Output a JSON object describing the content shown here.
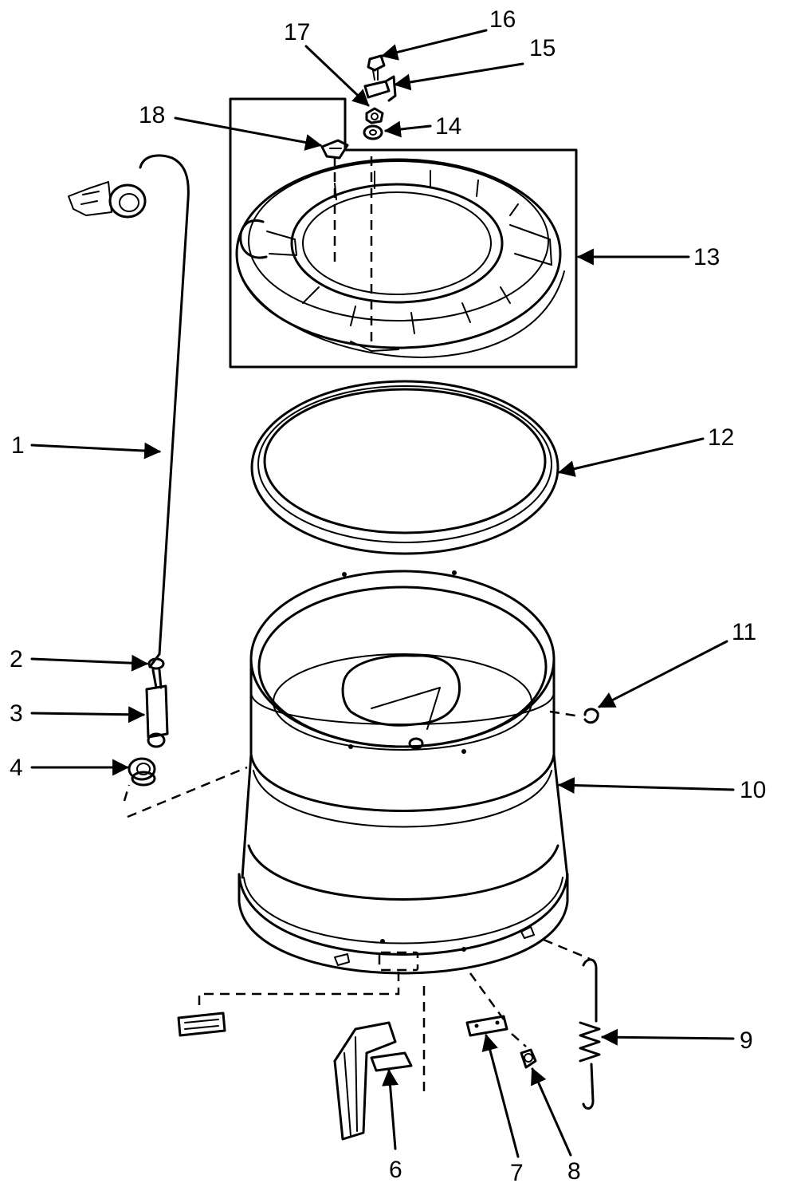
{
  "callouts": {
    "c1": "1",
    "c2": "2",
    "c3": "3",
    "c4": "4",
    "c6": "6",
    "c7": "7",
    "c8": "8",
    "c9": "9",
    "c10": "10",
    "c11": "11",
    "c12": "12",
    "c13": "13",
    "c14": "14",
    "c15": "15",
    "c16": "16",
    "c17": "17",
    "c18": "18"
  }
}
